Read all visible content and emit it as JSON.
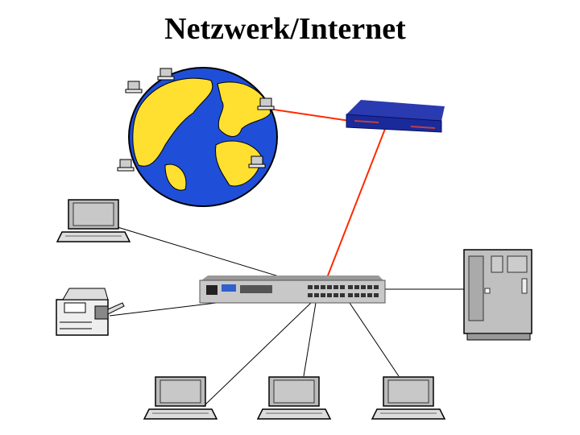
{
  "title": "Netzwerk/Internet",
  "colors": {
    "wan_link": "#ff2a00",
    "lan_link": "#000000",
    "ocean": "#1f4fd8",
    "land": "#ffe030",
    "router": "#1a2a9a",
    "switch": "#c8c8c8",
    "server": "#c0c0c0"
  },
  "nodes": [
    "internet-globe",
    "router",
    "switch",
    "laptop-left",
    "printer",
    "server",
    "laptop-bottom-1",
    "laptop-bottom-2",
    "laptop-bottom-3"
  ]
}
